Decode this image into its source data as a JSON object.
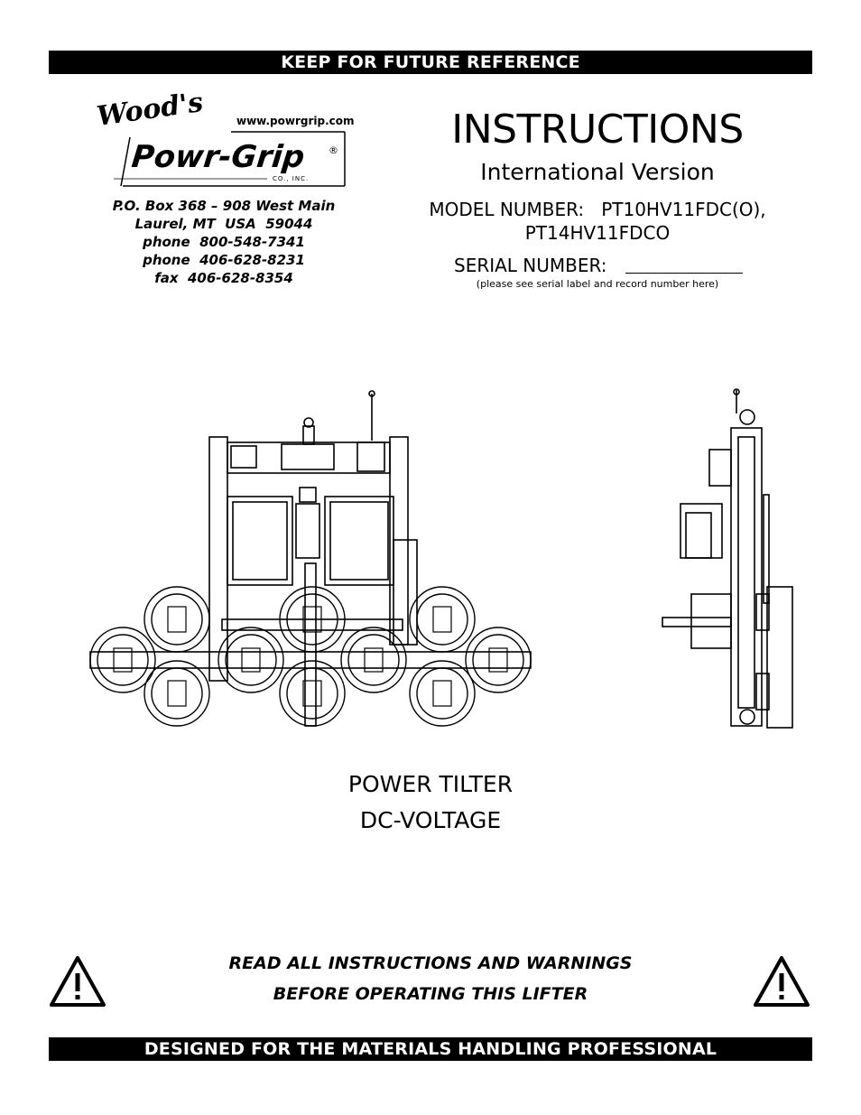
{
  "header_banner": "KEEP FOR FUTURE REFERENCE",
  "logo": {
    "script_name": "Wood's",
    "brand": "Powr-Grip",
    "registered": "®",
    "company_suffix": "CO., INC.",
    "website": "www.powrgrip.com"
  },
  "address": {
    "line1": "P.O. Box 368 – 908 West Main",
    "line2": "Laurel, MT  USA  59044",
    "line3": "phone  800-548-7341",
    "line4": "phone  406-628-8231",
    "line5": "fax  406-628-8354"
  },
  "title": "INSTRUCTIONS",
  "subtitle": "International Version",
  "model": {
    "label": "MODEL NUMBER:",
    "value1": "PT10HV11FDC(O),",
    "value2": "PT14HV11FDCO"
  },
  "serial": {
    "label": "SERIAL NUMBER:",
    "note": "(please see serial label and record number here)"
  },
  "product": {
    "line1": "POWER TILTER",
    "line2": "DC-VOLTAGE"
  },
  "warning": {
    "line1": "READ ALL INSTRUCTIONS AND WARNINGS",
    "line2": "BEFORE OPERATING THIS LIFTER",
    "icon": "warning-triangle-exclamation"
  },
  "footer_banner": "DESIGNED FOR THE MATERIALS HANDLING PROFESSIONAL"
}
